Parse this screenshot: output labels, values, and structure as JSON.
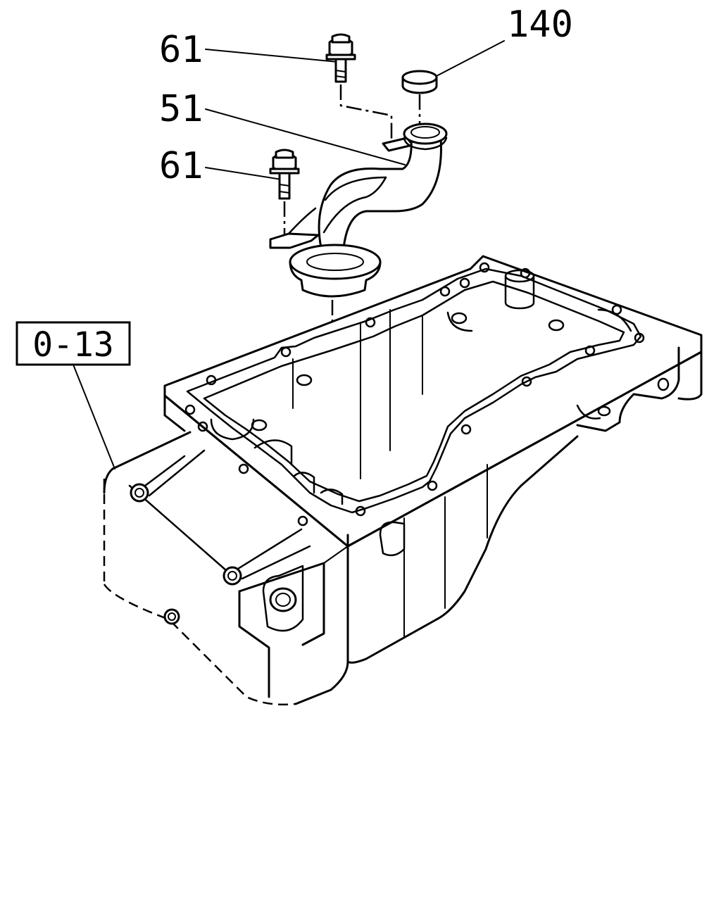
{
  "callouts": {
    "bolt_upper": "61",
    "tube": "51",
    "bolt_lower": "61",
    "cap": "140",
    "reference": "0-13"
  }
}
